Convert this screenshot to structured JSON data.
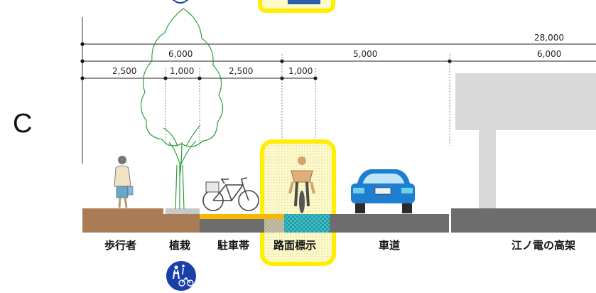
{
  "section_label": "C",
  "dimensions": {
    "total": "28,000",
    "row2": [
      "6,000",
      "5,000",
      "6,000"
    ],
    "row3": [
      "2,500",
      "1,000",
      "2,500",
      "1,000"
    ]
  },
  "zones": [
    {
      "label": "歩行者"
    },
    {
      "label": "植栽"
    },
    {
      "label": "駐車帯"
    },
    {
      "label": "路面標示"
    },
    {
      "label": "車道"
    },
    {
      "label": "江ノ電の高架"
    }
  ],
  "colors": {
    "highlight": "#ffee00",
    "sidewalk": "#a97c55",
    "road": "#6d6d6d",
    "parking": "#f5b800",
    "tree": "#2e9e3c",
    "car": "#1e7fd0",
    "sign_blue": "#1a3fa8"
  },
  "icons": [
    "pedestrian-figure",
    "tree-outline",
    "bicycle",
    "cyclist-figure",
    "blue-car",
    "elevated-railway",
    "pedestrian-bicycle-sign"
  ]
}
